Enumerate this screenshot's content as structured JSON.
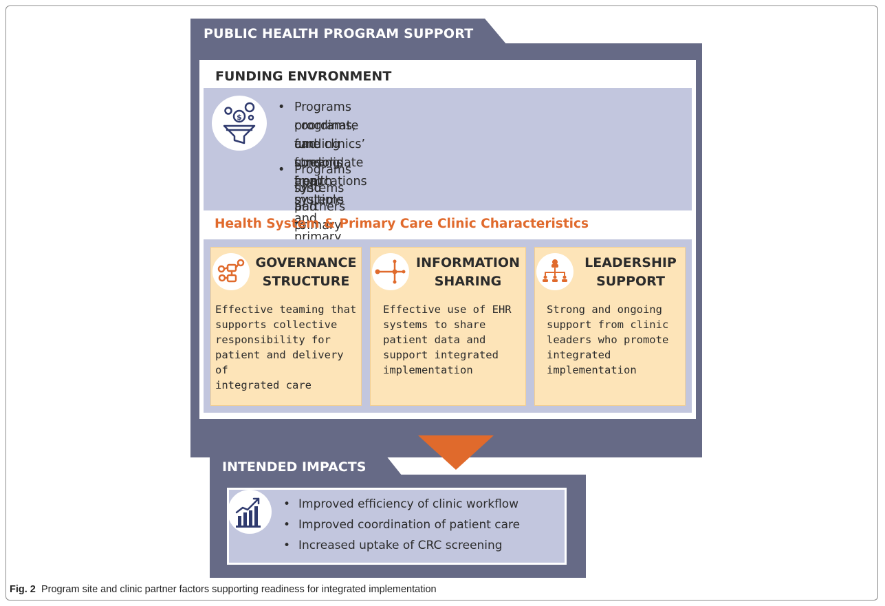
{
  "colors": {
    "frame": "#666a86",
    "panel_bg": "#c2c6de",
    "accent_orange": "#e06a2c",
    "card_bg": "#fde4b8"
  },
  "program_support": {
    "title": "PUBLIC HEALTH  PROGRAM SUPPORT",
    "funding": {
      "heading": "FUNDING ENVRONMENT",
      "icon": "funding-filter-icon",
      "bullets": [
        [
          "Programs coordinate funding streams from multiple",
          "programs, and consolidate health systems and primary",
          "care clinics’ funding applications"
        ],
        [
          "Programs fund partners to provide support to health",
          "systems and primary care clinics"
        ]
      ]
    },
    "characteristics": {
      "heading": "Health System & Primary Care Clinic Characteristics",
      "cards": [
        {
          "icon": "flowchart-icon",
          "title_lines": [
            "GOVERNANCE",
            "STRUCTURE"
          ],
          "body_lines": [
            "Effective teaming that",
            "supports collective",
            "responsibility for",
            "patient and delivery of",
            "integrated care"
          ]
        },
        {
          "icon": "network-share-icon",
          "title_lines": [
            "INFORMATION",
            "SHARING"
          ],
          "body_lines": [
            "Effective use of EHR",
            "systems to share",
            "patient data and",
            "support integrated",
            "implementation"
          ]
        },
        {
          "icon": "org-chart-icon",
          "title_lines": [
            "LEADERSHIP",
            "SUPPORT"
          ],
          "body_lines": [
            "Strong and ongoing",
            "support from clinic",
            "leaders who promote",
            "integrated",
            "implementation"
          ]
        }
      ]
    }
  },
  "impacts": {
    "title": "INTENDED IMPACTS",
    "icon": "growth-chart-icon",
    "bullets": [
      "Improved efficiency of clinic workflow",
      "Improved coordination of patient care",
      "Increased uptake of CRC screening"
    ]
  },
  "caption": {
    "label": "Fig. 2",
    "text": "Program site and clinic partner factors supporting readiness for integrated implementation"
  }
}
